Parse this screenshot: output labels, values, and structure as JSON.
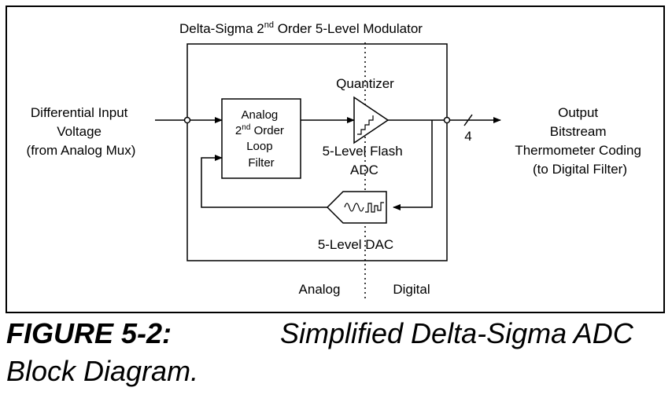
{
  "diagram": {
    "title": "Delta-Sigma 2",
    "title_sup": "nd",
    "title_rest": " Order 5-Level Modulator",
    "input_lines": [
      "Differential Input",
      "Voltage",
      "(from Analog Mux)"
    ],
    "filter_lines": [
      "Analog",
      "2",
      "Order",
      "Loop",
      "Filter"
    ],
    "filter_sup": "nd",
    "quantizer_label": "Quantizer",
    "flash_lines": [
      "5-Level Flash",
      "ADC"
    ],
    "dac_label": "5-Level DAC",
    "output_lines": [
      "Output",
      "Bitstream",
      "Thermometer Coding",
      "(to Digital Filter)"
    ],
    "bus_width": "4",
    "analog_label": "Analog",
    "digital_label": "Digital"
  },
  "caption": {
    "figure_label": "FIGURE 5-2:",
    "title_line1": "Simplified Delta-Sigma ADC",
    "title_line2": "Block Diagram."
  }
}
